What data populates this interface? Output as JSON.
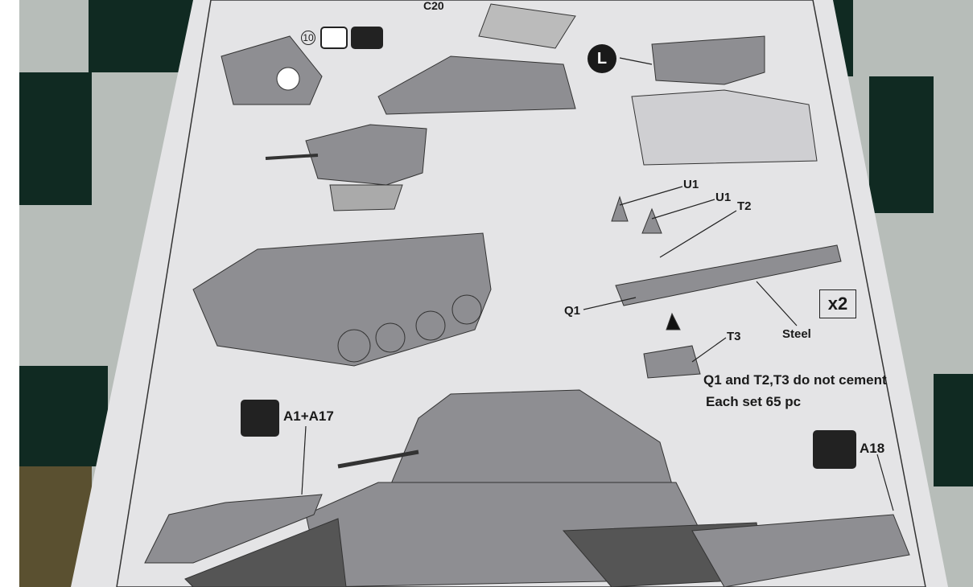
{
  "labels": {
    "c20": "C20",
    "step_number": "10",
    "l_marker": "L",
    "u1_a": "U1",
    "u1_b": "U1",
    "t2": "T2",
    "q1": "Q1",
    "x2": "x2",
    "steel": "Steel",
    "t3": "T3",
    "a1_a17": "A1+A17",
    "a18": "A18"
  },
  "notes": {
    "no_cement": "Q1 and T2,T3 do not cement",
    "set_count": "Each set 65 pc"
  },
  "colors": {
    "paper": "#e4e4e6",
    "checker_dark": "#102a22",
    "checker_light": "#b7bdb9",
    "model_gray": "#8e8e92"
  }
}
